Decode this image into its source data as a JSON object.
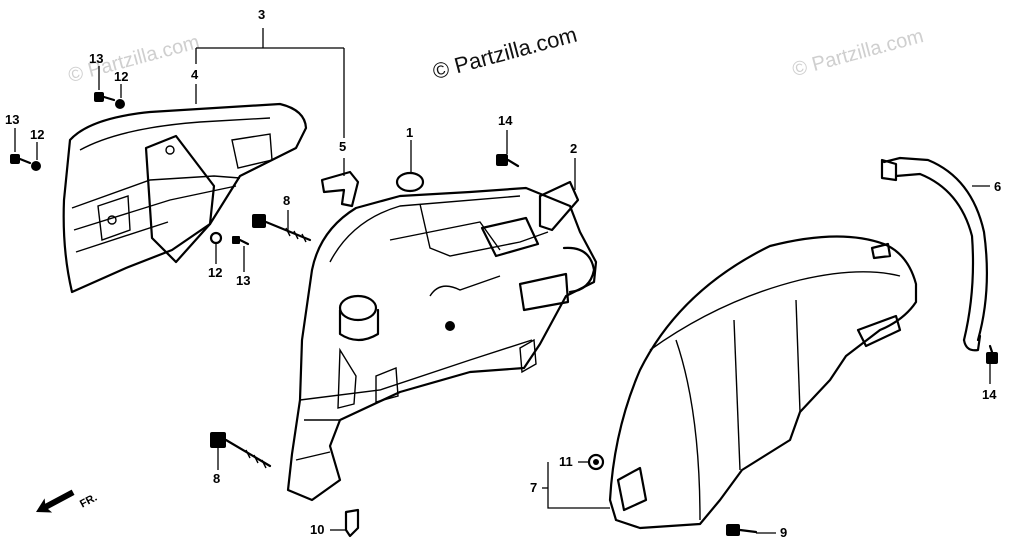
{
  "watermarks": [
    {
      "id": "wm-left",
      "text": "© Partzilla.com"
    },
    {
      "id": "wm-center",
      "text": "© Partzilla.com"
    },
    {
      "id": "wm-right",
      "text": "© Partzilla.com"
    }
  ],
  "front_arrow": {
    "label": "FR."
  },
  "callouts": {
    "c1": "1",
    "c2": "2",
    "c3": "3",
    "c4": "4",
    "c5": "5",
    "c6": "6",
    "c7": "7",
    "c8a": "8",
    "c8b": "8",
    "c9": "9",
    "c10": "10",
    "c11": "11",
    "c12a": "12",
    "c12b": "12",
    "c12c": "12",
    "c13a": "13",
    "c13b": "13",
    "c13c": "13",
    "c14a": "14",
    "c14b": "14"
  }
}
